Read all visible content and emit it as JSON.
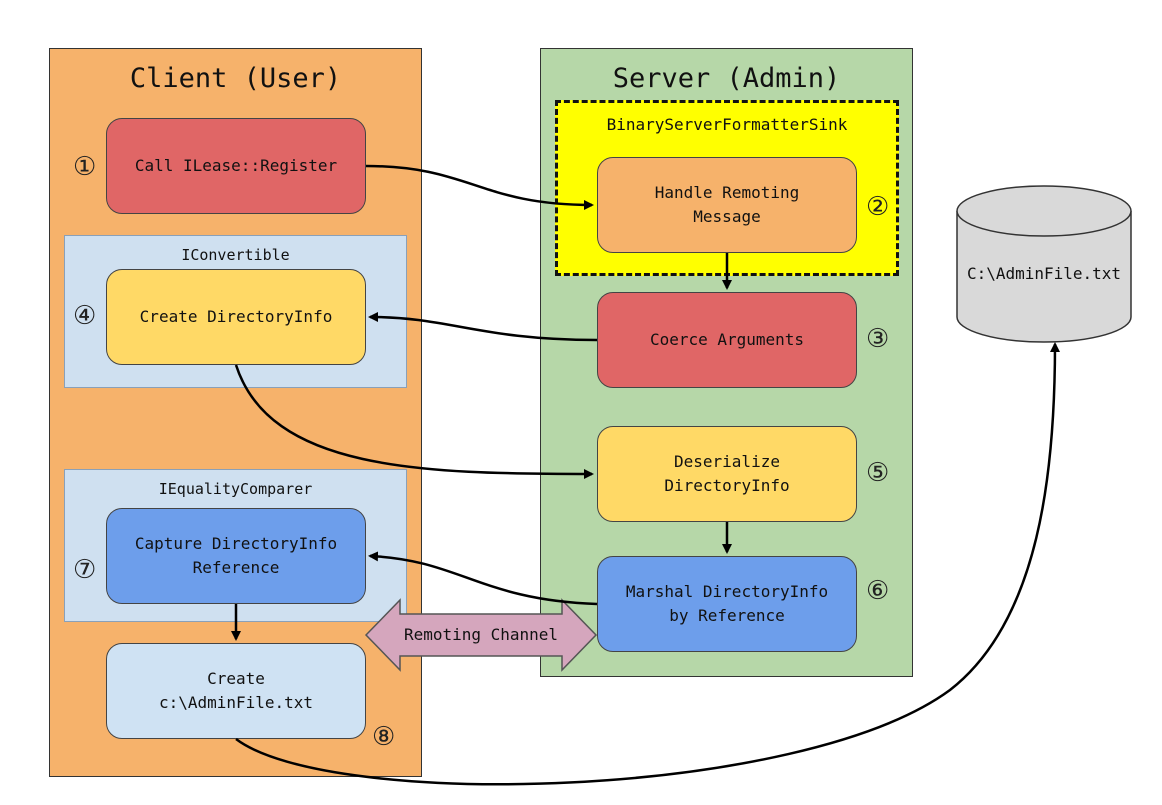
{
  "client": {
    "title": "Client (User)"
  },
  "server": {
    "title": "Server (Admin)"
  },
  "sink": {
    "label": "BinaryServerFormatterSink"
  },
  "groups": {
    "iconvertible": "IConvertible",
    "iequality": "IEqualityComparer"
  },
  "steps": {
    "s1": {
      "num": "①",
      "label": "Call ILease::Register"
    },
    "s2": {
      "num": "②",
      "label": "Handle Remoting\nMessage"
    },
    "s3": {
      "num": "③",
      "label": "Coerce Arguments"
    },
    "s4": {
      "num": "④",
      "label": "Create DirectoryInfo"
    },
    "s5": {
      "num": "⑤",
      "label": "Deserialize\nDirectoryInfo"
    },
    "s6": {
      "num": "⑥",
      "label": "Marshal DirectoryInfo\nby Reference"
    },
    "s7": {
      "num": "⑦",
      "label": "Capture DirectoryInfo\nReference"
    },
    "s8": {
      "num": "⑧",
      "label": "Create\nc:\\AdminFile.txt"
    }
  },
  "channel": {
    "label": "Remoting Channel"
  },
  "file": {
    "label": "C:\\AdminFile.txt"
  },
  "colors": {
    "client_bg": "#f6b26b",
    "server_bg": "#b6d7a8",
    "sink_bg": "#ffff00",
    "red": "#e06666",
    "orange": "#f6b26b",
    "yellow": "#ffd966",
    "blue": "#6d9eeb",
    "lightblue": "#cfe2f3",
    "channel": "#d5a6bd",
    "cylinder": "#d9d9d9"
  }
}
